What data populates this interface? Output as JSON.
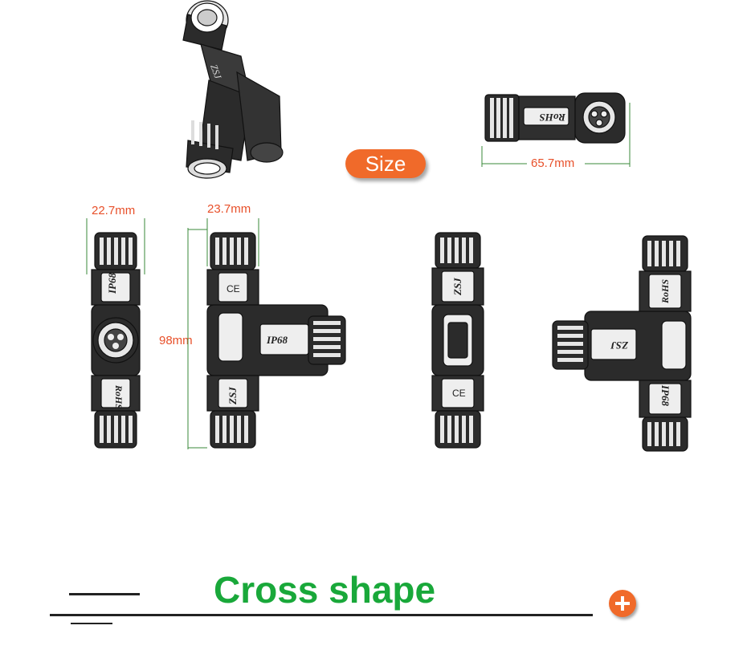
{
  "size_badge": "Size",
  "dimensions": {
    "length": "65.7mm",
    "width_a": "22.7mm",
    "width_b": "23.7mm",
    "height": "98mm"
  },
  "product_labels": {
    "rating": "IP68",
    "compliance": "RoHS",
    "brand": "ZSJ",
    "ce": "CE"
  },
  "section_title": "Cross shape",
  "colors": {
    "accent": "#f06a2a",
    "title": "#19a83a",
    "dimension_text": "#e8502a",
    "dimension_lines": "#3a8a3a",
    "connector_body": "#2a2a2a"
  }
}
